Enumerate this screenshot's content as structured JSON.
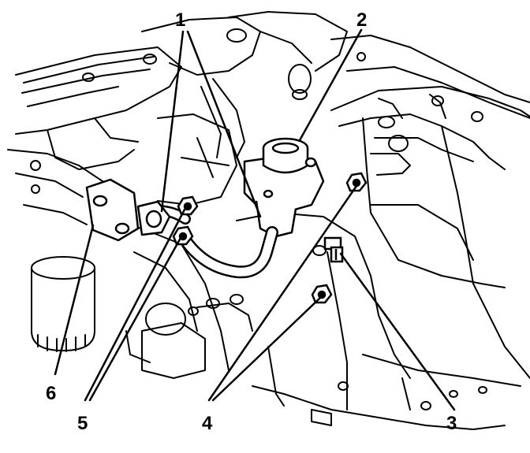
{
  "diagram": {
    "callouts": [
      {
        "id": "1",
        "label": "1"
      },
      {
        "id": "2",
        "label": "2"
      },
      {
        "id": "3",
        "label": "3"
      },
      {
        "id": "4",
        "label": "4"
      },
      {
        "id": "5",
        "label": "5"
      },
      {
        "id": "6",
        "label": "6"
      }
    ],
    "colors": {
      "line": "#000000",
      "fill": "#ffffff"
    }
  }
}
